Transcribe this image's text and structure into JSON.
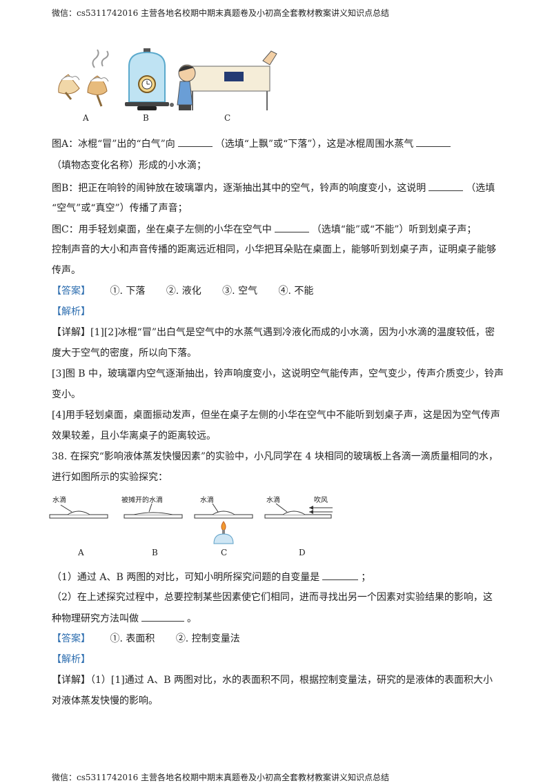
{
  "header": "微信：cs5311742016 主营各地名校期中期末真题卷及小初高全套教材教案讲义知识点总结",
  "footer": "微信：cs5311742016 主营各地名校期中期末真题卷及小初高全套教材教案讲义知识点总结",
  "fig1": {
    "labels": [
      "A",
      "B",
      "C"
    ]
  },
  "q37": {
    "l1a": "图A：冰棍“冒”出的“白气”向",
    "l1b": "（选填“上飘”或“下落”），这是冰棍周围水蒸气",
    "l2": "（填物态变化名称）形成的小水滴；",
    "l3a": "图B：把正在响铃的闹钟放在玻璃罩内，逐渐抽出其中的空气，铃声的响度变小，这说明",
    "l3b": "（选填",
    "l4": "“空气”或“真空”）传播了声音；",
    "l5a": "图C：用手轻划桌面，坐在桌子左侧的小华在空气中",
    "l5b": "（选填“能”或“不能”）听到划桌子声；",
    "l6": "控制声音的大小和声音传播的距离远近相同，小华把耳朵贴在桌面上，能够听到划桌子声，证明桌子能够",
    "l7": "传声。"
  },
  "a37": {
    "tag": "【答案】",
    "answers": [
      "①. 下落",
      "②. 液化",
      "③. 空气",
      "④. 不能"
    ],
    "analysis": "【解析】",
    "d1": "【详解】[1][2]冰棍“冒”出白气是空气中的水蒸气遇到冷液化而成的小水滴，因为小水滴的温度较低，密",
    "d2": "度大于空气的密度，所以向下落。",
    "d3": "[3]图 B 中，玻璃罩内空气逐渐抽出，铃声响度变小，这说明空气能传声，空气变少，传声介质变少，铃声",
    "d4": "变小。",
    "d5": "[4]用手轻划桌面，桌面振动发声，但坐在桌子左侧的小华在空气中不能听到划桌子声，这是因为空气传声",
    "d6": "效果较差，且小华离桌子的距离较远。"
  },
  "q38": {
    "l1": "38. 在探究“影响液体蒸发快慢因素”的实验中，小凡同学在 4 块相同的玻璃板上各滴一滴质量相同的水，",
    "l2": "进行如图所示的实验探究：",
    "fig": {
      "labels": [
        "水滴",
        "被摊开的水滴",
        "水滴",
        "水滴",
        "吹风"
      ],
      "captions": [
        "A",
        "B",
        "C",
        "D"
      ]
    },
    "s1a": "（1）通过 A、B 两图的对比，可知小明所探究问题的自变量是",
    "s1b": "；",
    "s2": "（2）在上述探究过程中，总要控制某些因素使它们相同，进而寻找出另一个因素对实验结果的影响，这",
    "s3a": "种物理研究方法叫做",
    "s3b": "。"
  },
  "a38": {
    "tag": "【答案】",
    "answers": [
      "①. 表面积",
      "②. 控制变量法"
    ],
    "analysis": "【解析】",
    "d1": "【详解】（1）[1]通过 A、B 两图对比，水的表面积不同，根据控制变量法，研究的是液体的表面积大小",
    "d2": "对液体蒸发快慢的影响。"
  }
}
